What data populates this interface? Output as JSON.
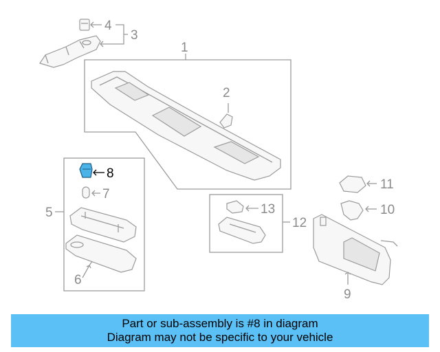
{
  "diagram": {
    "callouts": {
      "c1": "1",
      "c2": "2",
      "c3": "3",
      "c4": "4",
      "c5": "5",
      "c6": "6",
      "c7": "7",
      "c8": "8",
      "c9": "9",
      "c10": "10",
      "c11": "11",
      "c12": "12",
      "c13": "13"
    },
    "highlighted_part": "8",
    "highlight_color": "#4ab3e8",
    "line_color": "#9a9a9a"
  },
  "banner": {
    "line1": "Part or sub-assembly is #8 in diagram",
    "line2": "Diagram may not be specific to your vehicle",
    "background": "#5bc0f5"
  }
}
